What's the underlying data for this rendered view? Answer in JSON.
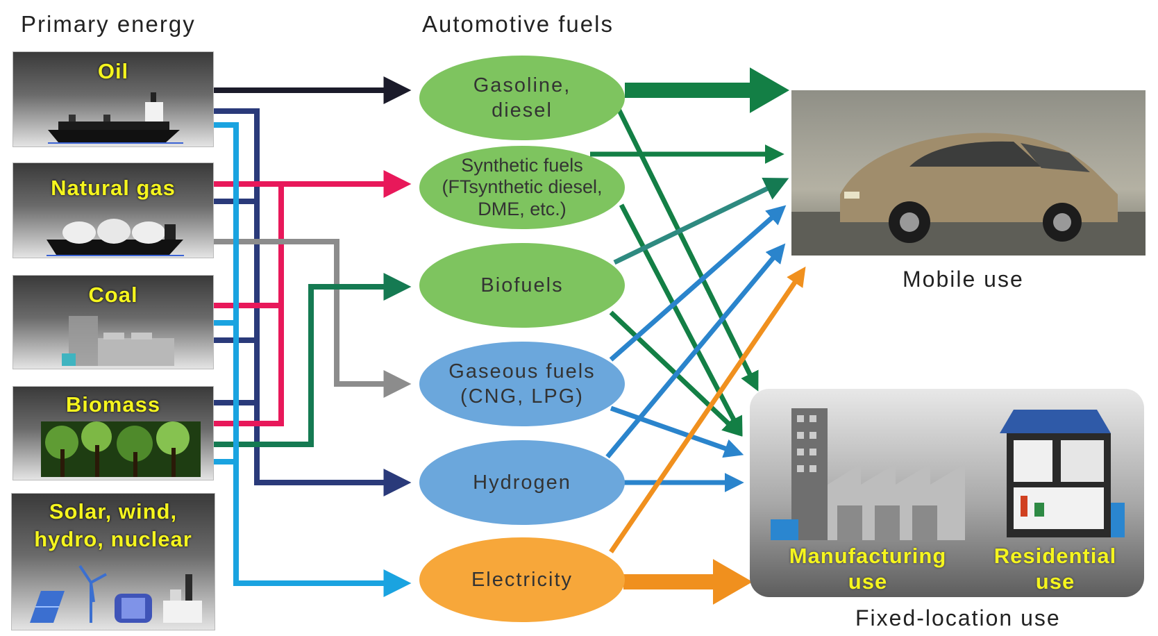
{
  "headings": {
    "primary": "Primary energy",
    "automotive": "Automotive fuels"
  },
  "sources": [
    {
      "label_lines": [
        "Oil"
      ],
      "icon": "tanker-ship-icon"
    },
    {
      "label_lines": [
        "Natural gas"
      ],
      "icon": "lng-carrier-icon"
    },
    {
      "label_lines": [
        "Coal"
      ],
      "icon": "coal-plant-icon"
    },
    {
      "label_lines": [
        "Biomass"
      ],
      "icon": "forest-icon"
    },
    {
      "label_lines": [
        "Solar, wind,",
        "hydro, nuclear"
      ],
      "icon": "power-generation-icon"
    }
  ],
  "fuels": [
    {
      "lines": [
        "Gasoline,",
        "diesel"
      ],
      "color": "#7ec45f"
    },
    {
      "lines": [
        "Synthetic fuels",
        "(FTsynthetic diesel,",
        "DME, etc.)"
      ],
      "color": "#7ec45f"
    },
    {
      "lines": [
        "Biofuels"
      ],
      "color": "#7ec45f"
    },
    {
      "lines": [
        "Gaseous fuels",
        "(CNG, LPG)"
      ],
      "color": "#6ba7dc"
    },
    {
      "lines": [
        "Hydrogen"
      ],
      "color": "#6ba7dc"
    },
    {
      "lines": [
        "Electricity"
      ],
      "color": "#f7a73a"
    }
  ],
  "uses": {
    "mobile_caption": "Mobile use",
    "fixed_caption": "Fixed-location use",
    "manufacturing_lines": [
      "Manufacturing",
      "use"
    ],
    "residential_lines": [
      "Residential",
      "use"
    ],
    "mobile_icon": "car-icon",
    "manufacturing_icon": "factory-icon",
    "residential_icon": "house-icon"
  },
  "colors": {
    "oil_line": "#1b1b2a",
    "navy_line": "#2a3a7a",
    "pink_line": "#e8185a",
    "cyan_line": "#1aa3e0",
    "gray_line": "#8c8c8c",
    "teal_line": "#157a52",
    "green_arrow": "#137f45",
    "blue_arrow": "#2a84cc",
    "orange_arrow": "#f0901e"
  }
}
